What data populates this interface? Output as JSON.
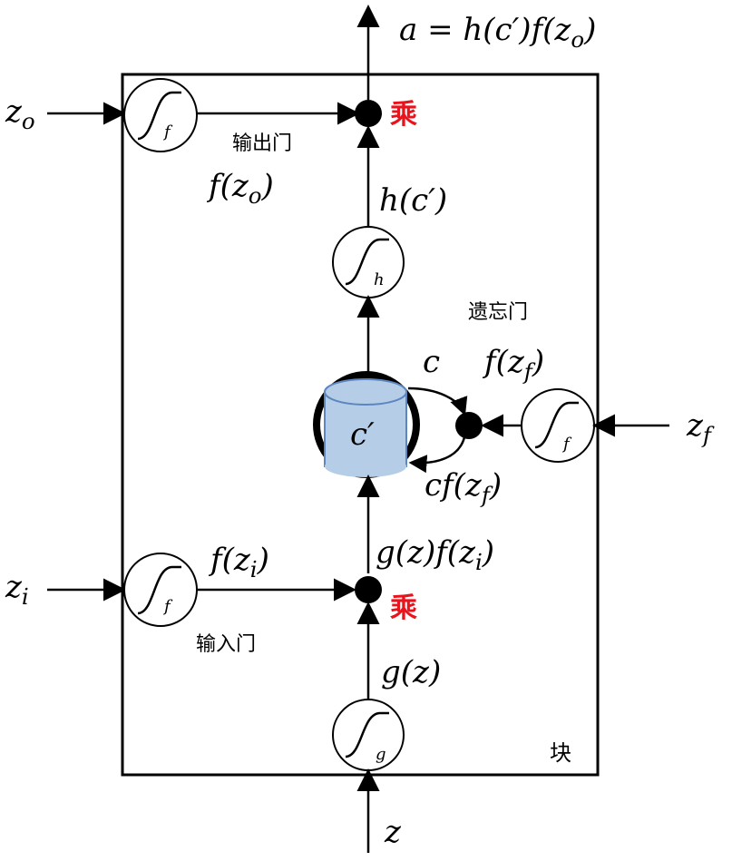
{
  "block": {
    "label": "块"
  },
  "colors": {
    "multiply": "#e8131b",
    "cell_fill": "#b6cde8",
    "cell_stroke": "#5b86bf"
  },
  "gates": {
    "output": {
      "symbol": "f",
      "name": "输出门",
      "input": {
        "base": "z",
        "sub": "o"
      },
      "value": {
        "pre": "f(z",
        "sub": "o",
        "post": ")"
      }
    },
    "input": {
      "symbol": "f",
      "name": "输入门",
      "input": {
        "base": "z",
        "sub": "i"
      },
      "value": {
        "pre": "f(z",
        "sub": "i",
        "post": ")"
      }
    },
    "forget": {
      "symbol": "f",
      "name": "遗忘门",
      "input": {
        "base": "z",
        "sub": "f"
      },
      "value": {
        "pre": "f(z",
        "sub": "f",
        "post": ")"
      }
    }
  },
  "activations": {
    "h": {
      "symbol": "h",
      "value": "h(c′)"
    },
    "g": {
      "symbol": "g",
      "value": "g(z)"
    }
  },
  "cell": {
    "label": "c′",
    "loop_in": "c",
    "loop_out": {
      "pre": "cf(z",
      "sub": "f",
      "post": ")"
    }
  },
  "multiply": {
    "top_label": "乘",
    "bottom_label": "乘"
  },
  "signals": {
    "input_z": "z",
    "product_in": {
      "pre": "g(z)f(z",
      "sub": "i",
      "post": ")"
    },
    "output_a": {
      "pre": "a = h(c′)f(z",
      "sub": "o",
      "post": ")"
    }
  }
}
